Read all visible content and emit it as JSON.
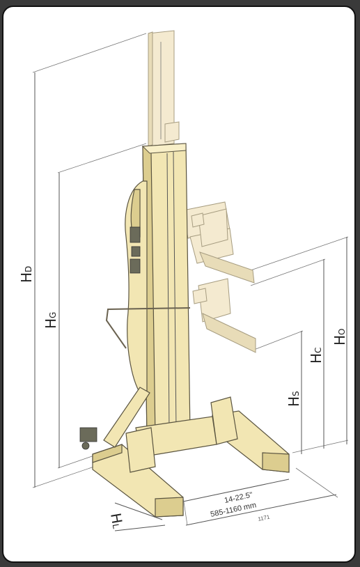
{
  "labels": {
    "hd": {
      "main": "H",
      "sub": "D"
    },
    "hg": {
      "main": "H",
      "sub": "G"
    },
    "hc": {
      "main": "H",
      "sub": "C"
    },
    "ho": {
      "main": "H",
      "sub": "O"
    },
    "hs": {
      "main": "H",
      "sub": "S"
    },
    "hl": {
      "main": "H",
      "sub": "L"
    }
  },
  "dimensions": {
    "width_range_in": "14-22.5\"",
    "width_range_mm": "585-1160 mm",
    "overall_width": "1171"
  },
  "colors": {
    "body": "#f2e6b3",
    "outline": "#5a5440",
    "ghost": "#f4ead0",
    "frame_border": "#111111",
    "background": "#3a3a3a"
  }
}
